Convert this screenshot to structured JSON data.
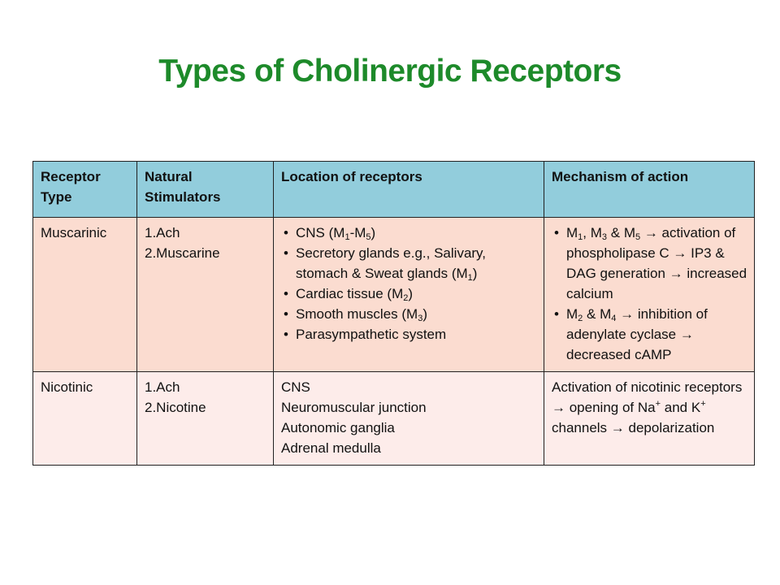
{
  "slide": {
    "title": "Types of Cholinergic Receptors"
  },
  "table": {
    "headers": [
      "Receptor Type",
      "Natural Stimulators",
      "Location of receptors",
      "Mechanism of action"
    ],
    "rows": [
      {
        "type": "Muscarinic",
        "stimulators": [
          "1.Ach",
          "2.Muscarine"
        ],
        "locations": [
          "CNS (M1-M5)",
          "Secretory glands e.g., Salivary, stomach & Sweat glands (M1)",
          "Cardiac tissue (M2)",
          "Smooth muscles (M3)",
          "Parasympathetic system"
        ],
        "mechanisms": [
          "M1, M3 & M5 → activation of phospholipase C → IP3 & DAG generation → increased calcium",
          "M2 & M4 → inhibition of adenylate cyclase → decreased cAMP"
        ]
      },
      {
        "type": "Nicotinic",
        "stimulators": [
          "1.Ach",
          "2.Nicotine"
        ],
        "locations": [
          "CNS",
          "Neuromuscular junction",
          "Autonomic ganglia",
          "Adrenal medulla"
        ],
        "mechanism": "Activation of nicotinic receptors → opening of Na+ and K+ channels → depolarization"
      }
    ]
  }
}
